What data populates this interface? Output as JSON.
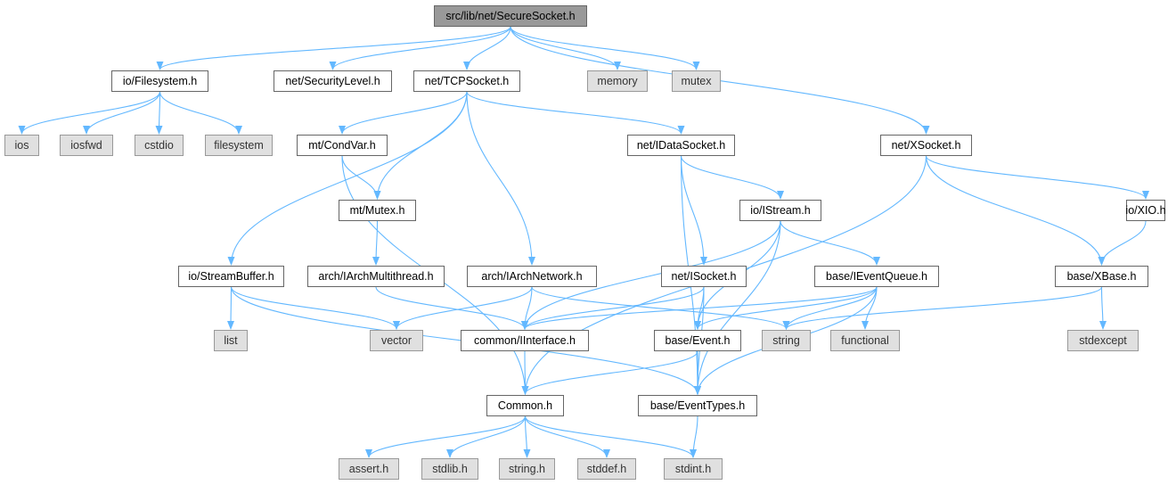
{
  "graph": {
    "edge_color": "#63b8ff",
    "root_fill": "#999999",
    "system_fill": "#e0e0e0",
    "header_fill": "#ffffff",
    "nodes": [
      {
        "id": "root",
        "label": "src/lib/net/SecureSocket.h",
        "kind": "root"
      },
      {
        "id": "fs",
        "label": "io/Filesystem.h",
        "kind": "header"
      },
      {
        "id": "seclvl",
        "label": "net/SecurityLevel.h",
        "kind": "header"
      },
      {
        "id": "tcp",
        "label": "net/TCPSocket.h",
        "kind": "header"
      },
      {
        "id": "memory",
        "label": "memory",
        "kind": "system"
      },
      {
        "id": "mutex",
        "label": "mutex",
        "kind": "system"
      },
      {
        "id": "ios",
        "label": "ios",
        "kind": "system"
      },
      {
        "id": "iosfwd",
        "label": "iosfwd",
        "kind": "system"
      },
      {
        "id": "cstdio",
        "label": "cstdio",
        "kind": "system"
      },
      {
        "id": "filesystem",
        "label": "filesystem",
        "kind": "system"
      },
      {
        "id": "condvar",
        "label": "mt/CondVar.h",
        "kind": "header"
      },
      {
        "id": "idatasock",
        "label": "net/IDataSocket.h",
        "kind": "header"
      },
      {
        "id": "xsocket",
        "label": "net/XSocket.h",
        "kind": "header"
      },
      {
        "id": "mtmutex",
        "label": "mt/Mutex.h",
        "kind": "header"
      },
      {
        "id": "istream",
        "label": "io/IStream.h",
        "kind": "header"
      },
      {
        "id": "xio",
        "label": "io/XIO.h",
        "kind": "header"
      },
      {
        "id": "streambuf",
        "label": "io/StreamBuffer.h",
        "kind": "header"
      },
      {
        "id": "iarchmt",
        "label": "arch/IArchMultithread.h",
        "kind": "header"
      },
      {
        "id": "iarchnet",
        "label": "arch/IArchNetwork.h",
        "kind": "header"
      },
      {
        "id": "isocket",
        "label": "net/ISocket.h",
        "kind": "header"
      },
      {
        "id": "ieventq",
        "label": "base/IEventQueue.h",
        "kind": "header"
      },
      {
        "id": "xbase",
        "label": "base/XBase.h",
        "kind": "header"
      },
      {
        "id": "list",
        "label": "list",
        "kind": "system"
      },
      {
        "id": "vector",
        "label": "vector",
        "kind": "system"
      },
      {
        "id": "iinterface",
        "label": "common/IInterface.h",
        "kind": "header"
      },
      {
        "id": "event",
        "label": "base/Event.h",
        "kind": "header"
      },
      {
        "id": "string",
        "label": "string",
        "kind": "system"
      },
      {
        "id": "functional",
        "label": "functional",
        "kind": "system"
      },
      {
        "id": "stdexcept",
        "label": "stdexcept",
        "kind": "system"
      },
      {
        "id": "common",
        "label": "Common.h",
        "kind": "header"
      },
      {
        "id": "eventtypes",
        "label": "base/EventTypes.h",
        "kind": "header"
      },
      {
        "id": "assert",
        "label": "assert.h",
        "kind": "system"
      },
      {
        "id": "stdlib",
        "label": "stdlib.h",
        "kind": "system"
      },
      {
        "id": "stringh",
        "label": "string.h",
        "kind": "system"
      },
      {
        "id": "stddef",
        "label": "stddef.h",
        "kind": "system"
      },
      {
        "id": "stdint",
        "label": "stdint.h",
        "kind": "system"
      }
    ],
    "edges": [
      [
        "root",
        "fs"
      ],
      [
        "root",
        "seclvl"
      ],
      [
        "root",
        "tcp"
      ],
      [
        "root",
        "memory"
      ],
      [
        "root",
        "mutex"
      ],
      [
        "root",
        "xsocket"
      ],
      [
        "fs",
        "ios"
      ],
      [
        "fs",
        "iosfwd"
      ],
      [
        "fs",
        "cstdio"
      ],
      [
        "fs",
        "filesystem"
      ],
      [
        "tcp",
        "condvar"
      ],
      [
        "tcp",
        "mtmutex"
      ],
      [
        "tcp",
        "streambuf"
      ],
      [
        "tcp",
        "iarchnet"
      ],
      [
        "tcp",
        "idatasock"
      ],
      [
        "condvar",
        "mtmutex"
      ],
      [
        "condvar",
        "common"
      ],
      [
        "mtmutex",
        "iarchmt"
      ],
      [
        "idatasock",
        "istream"
      ],
      [
        "idatasock",
        "isocket"
      ],
      [
        "idatasock",
        "eventtypes"
      ],
      [
        "xsocket",
        "xio"
      ],
      [
        "xsocket",
        "xbase"
      ],
      [
        "xsocket",
        "common"
      ],
      [
        "xio",
        "xbase"
      ],
      [
        "istream",
        "iinterface"
      ],
      [
        "istream",
        "event"
      ],
      [
        "istream",
        "ieventq"
      ],
      [
        "istream",
        "eventtypes"
      ],
      [
        "streambuf",
        "list"
      ],
      [
        "streambuf",
        "vector"
      ],
      [
        "streambuf",
        "eventtypes"
      ],
      [
        "iarchmt",
        "iinterface"
      ],
      [
        "iarchnet",
        "vector"
      ],
      [
        "iarchnet",
        "iinterface"
      ],
      [
        "iarchnet",
        "string"
      ],
      [
        "isocket",
        "iinterface"
      ],
      [
        "isocket",
        "event"
      ],
      [
        "isocket",
        "eventtypes"
      ],
      [
        "ieventq",
        "iinterface"
      ],
      [
        "ieventq",
        "event"
      ],
      [
        "ieventq",
        "string"
      ],
      [
        "ieventq",
        "functional"
      ],
      [
        "ieventq",
        "eventtypes"
      ],
      [
        "xbase",
        "string"
      ],
      [
        "xbase",
        "stdexcept"
      ],
      [
        "iinterface",
        "common"
      ],
      [
        "event",
        "common"
      ],
      [
        "event",
        "eventtypes"
      ],
      [
        "common",
        "assert"
      ],
      [
        "common",
        "stdlib"
      ],
      [
        "common",
        "stringh"
      ],
      [
        "common",
        "stddef"
      ],
      [
        "common",
        "stdint"
      ],
      [
        "eventtypes",
        "stdint"
      ]
    ]
  }
}
